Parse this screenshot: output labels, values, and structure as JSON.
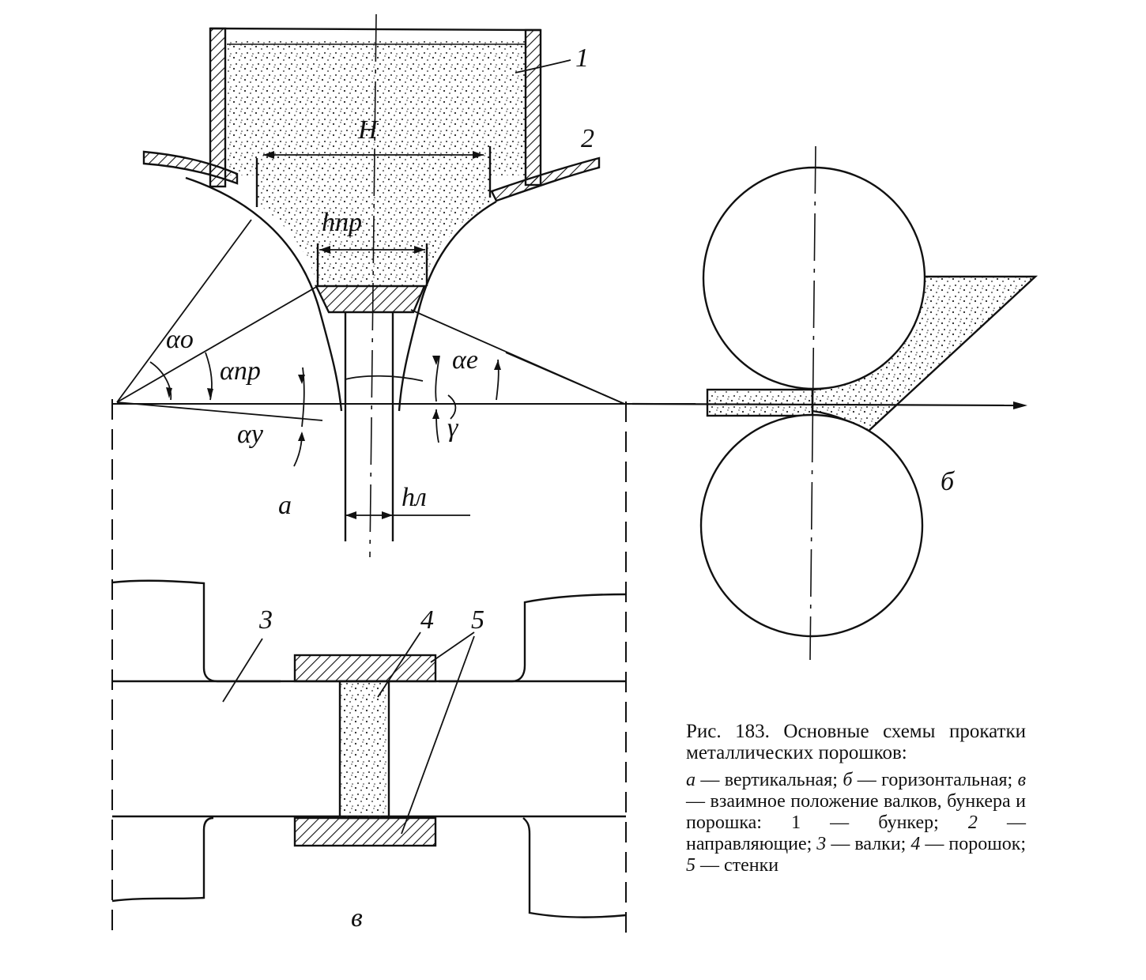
{
  "labels": {
    "H": "H",
    "h_pr": "hпр",
    "h_l": "hл",
    "alpha_o": "αо",
    "alpha_pr": "αпр",
    "alpha_y": "αу",
    "alpha_e": "αе",
    "gamma": "γ",
    "n1": "1",
    "n2": "2",
    "n3": "3",
    "n4": "4",
    "n5": "5",
    "a": "а",
    "b": "б",
    "v": "в"
  },
  "caption": {
    "title": "Рис. 183. Основные схемы прокатки металлических порошков:",
    "a_key": "а",
    "a_text": "— вертикальная;",
    "b_key": "б",
    "b_text": "— горизонтальная;",
    "v_key": "в",
    "v_text": "— взаимное положение валков, бункера и порошка:",
    "k1": "1",
    "t1": "— бункер;",
    "k2": "2",
    "t2": "— направляющие;",
    "k3": "3",
    "t3": "— валки;",
    "k4": "4",
    "t4": "— порошок;",
    "k5": "5",
    "t5": "— стенки"
  }
}
